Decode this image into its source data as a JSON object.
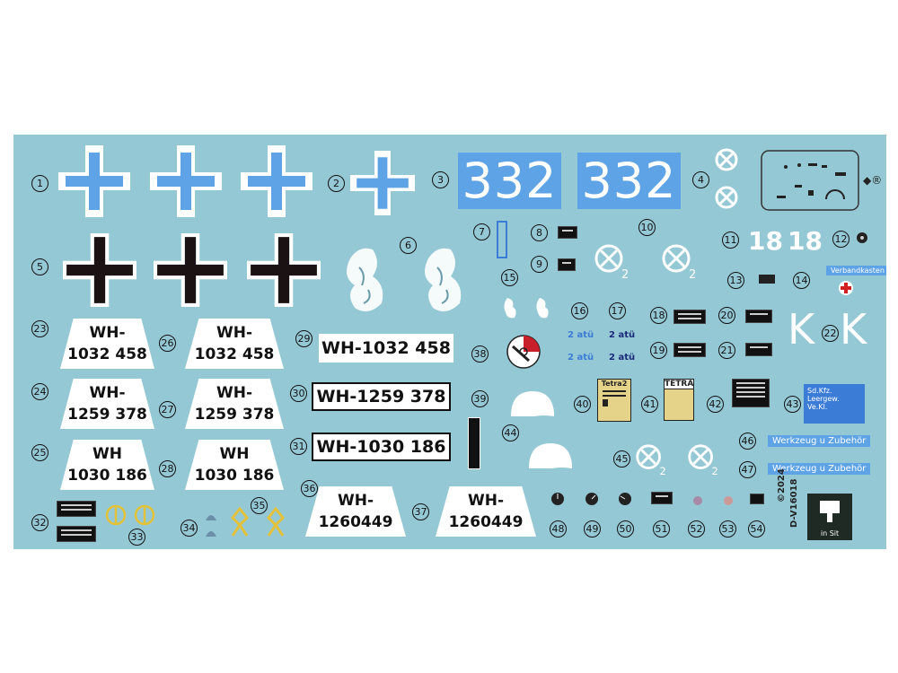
{
  "sheet": {
    "background": "#95c8d5",
    "numbers": [
      "1",
      "2",
      "3",
      "4",
      "5",
      "6",
      "7",
      "8",
      "9",
      "10",
      "11",
      "12",
      "13",
      "14",
      "15",
      "16",
      "17",
      "18",
      "19",
      "20",
      "21",
      "22",
      "23",
      "24",
      "25",
      "26",
      "27",
      "28",
      "29",
      "30",
      "31",
      "32",
      "33",
      "34",
      "35",
      "36",
      "37",
      "38",
      "39",
      "40",
      "41",
      "42",
      "43",
      "44",
      "45",
      "46",
      "47",
      "48",
      "49",
      "50",
      "51",
      "52",
      "53",
      "54"
    ],
    "tactical_number": "332",
    "vehicle_number": "18",
    "kleist_letter": "K",
    "tyre_pressure": "2 atü",
    "aid_kit_label": "Verbandkasten",
    "tools_label": "Werkzeug u Zubehör",
    "tetra_label": "TETRA",
    "tetra_label_small": "Tetra2",
    "data_plate_lines": [
      "Sd.Kfz.",
      "Leergew.",
      "Ve.Kl."
    ],
    "plates": {
      "p23": {
        "line1": "WH-",
        "line2": "1032 458"
      },
      "p26": {
        "line1": "WH-",
        "line2": "1032 458"
      },
      "p24": {
        "line1": "WH-",
        "line2": "1259 378"
      },
      "p27": {
        "line1": "WH-",
        "line2": "1259 378"
      },
      "p25": {
        "line1": "WH",
        "line2": "1030 186"
      },
      "p28": {
        "line1": "WH",
        "line2": "1030 186"
      },
      "p36": {
        "line1": "WH-",
        "line2": "1260449"
      },
      "p37": {
        "line1": "WH-",
        "line2": "1260449"
      },
      "h29": "WH-1032 458",
      "h30": "WH-1259 378",
      "h31": "WH-1030 186"
    },
    "copyright_year": "©2024",
    "product_code": "D-V16018",
    "logo_text": "in Sit"
  }
}
